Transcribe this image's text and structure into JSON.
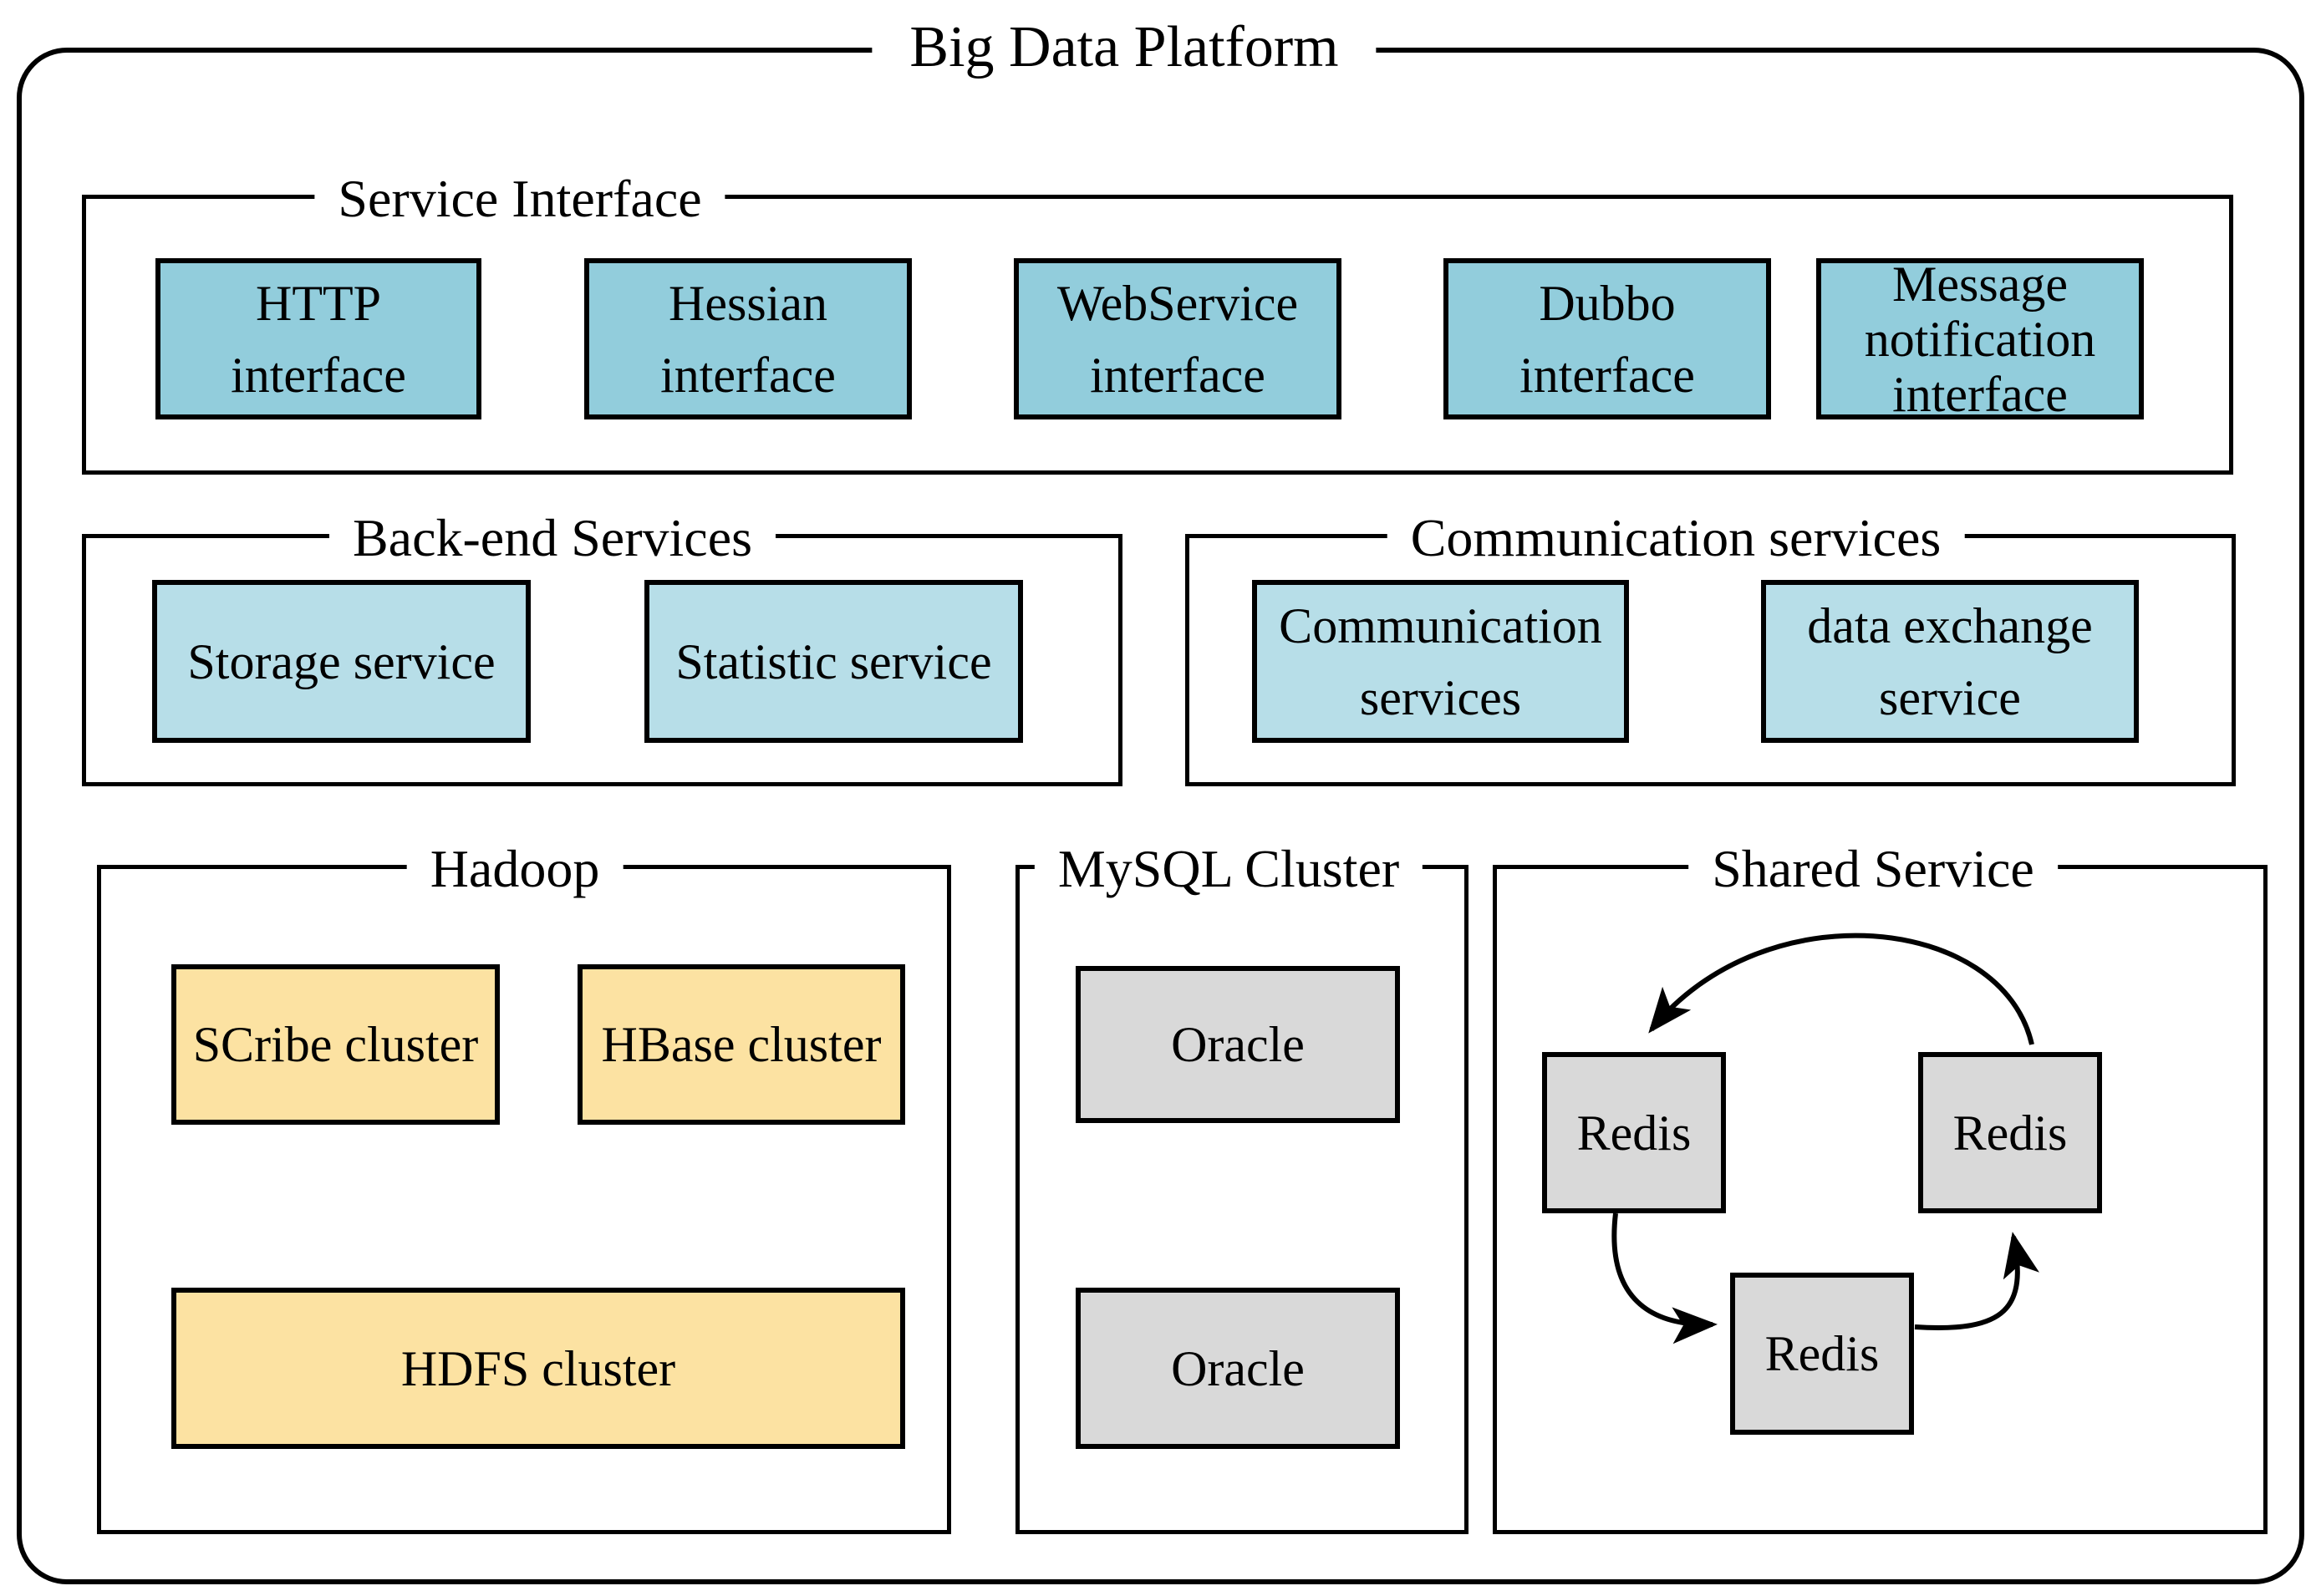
{
  "title": "Big Data Platform",
  "colors": {
    "box_teal": "#92CDDC",
    "box_blue": "#B7DEE8",
    "box_yellow": "#FCE2A2",
    "box_gray": "#D9D9D9",
    "line": "#000000",
    "background": "#FFFFFF"
  },
  "groups": {
    "service_interface": {
      "title": "Service Interface",
      "boxes": {
        "http": {
          "lines": [
            "HTTP",
            "interface"
          ]
        },
        "hessian": {
          "lines": [
            "Hessian",
            "interface"
          ]
        },
        "webservice": {
          "lines": [
            "WebService",
            "interface"
          ]
        },
        "dubbo": {
          "lines": [
            "Dubbo",
            "interface"
          ]
        },
        "message_notification": {
          "lines": [
            "Message",
            "notification",
            "interface"
          ]
        }
      }
    },
    "backend_services": {
      "title": "Back-end Services",
      "boxes": {
        "storage": {
          "lines": [
            "Storage service"
          ]
        },
        "statistic": {
          "lines": [
            "Statistic service"
          ]
        }
      }
    },
    "communication_services": {
      "title": "Communication services",
      "boxes": {
        "communication": {
          "lines": [
            "Communication",
            "services"
          ]
        },
        "data_exchange": {
          "lines": [
            "data exchange",
            "service"
          ]
        }
      }
    },
    "hadoop": {
      "title": "Hadoop",
      "boxes": {
        "scribe": {
          "lines": [
            "SCribe cluster"
          ]
        },
        "hbase": {
          "lines": [
            "HBase cluster"
          ]
        },
        "hdfs": {
          "lines": [
            "HDFS cluster"
          ]
        }
      }
    },
    "mysql_cluster": {
      "title": "MySQL Cluster",
      "boxes": {
        "oracle_top": {
          "lines": [
            "Oracle"
          ]
        },
        "oracle_bottom": {
          "lines": [
            "Oracle"
          ]
        }
      }
    },
    "shared_service": {
      "title": "Shared Service",
      "boxes": {
        "redis_left": {
          "lines": [
            "Redis"
          ]
        },
        "redis_right": {
          "lines": [
            "Redis"
          ]
        },
        "redis_bottom": {
          "lines": [
            "Redis"
          ]
        }
      }
    }
  }
}
